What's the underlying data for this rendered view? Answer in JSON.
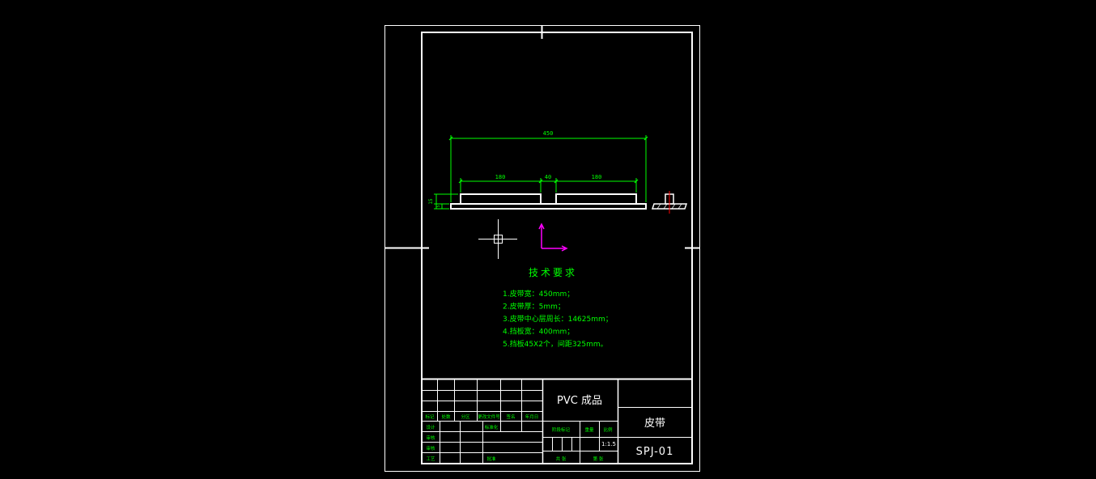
{
  "colors": {
    "background": "#000000",
    "outline": "#ffffff",
    "annotation": "#00ff00",
    "ucs": "#ff00ff",
    "centerline": "#ff0000"
  },
  "dimensions": {
    "total_length": "450",
    "left_segment": "180",
    "gap": "40",
    "right_segment": "180",
    "height_total": "15",
    "height_base": "5"
  },
  "requirements": {
    "heading": "技术要求",
    "items": [
      "1.皮带宽：450mm；",
      "2.皮带厚：5mm；",
      "3.皮带中心层周长：14625mm；",
      "4.挡板宽：400mm；",
      "5.挡板45X2个，间距325mm。"
    ]
  },
  "title_block": {
    "material": "PVC 成品",
    "part_name": "皮带",
    "drawing_no": "SPJ-01",
    "scale": "1:1.5",
    "row_labels": [
      "标记",
      "处数",
      "分区",
      "更改文件号",
      "签名",
      "年月日"
    ],
    "roles": [
      "设计",
      "审核",
      "工艺",
      "批准"
    ],
    "std_label": "标准化",
    "stage_label": "阶段标记",
    "weight_label": "重量",
    "scale_label": "比例",
    "sheet_total": "共 张",
    "sheet_no": "第 张"
  }
}
